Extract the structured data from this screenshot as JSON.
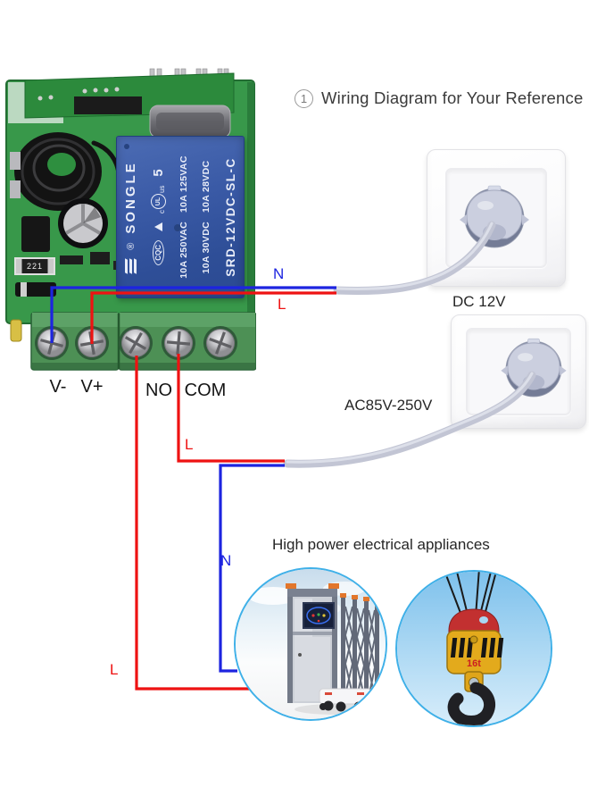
{
  "title": {
    "number": "1",
    "text": "Wiring Diagram for Your Reference"
  },
  "board": {
    "terminal_labels": [
      "V-",
      "V+",
      "NO",
      "COM"
    ],
    "resistor_marking": "221",
    "relay": {
      "registered_mark": "®",
      "brand": "SONGLE",
      "cqc_mark": "CQC",
      "ul_c": "c",
      "ul_core": "UL",
      "ul_us": "us",
      "number": "5",
      "rating_ac_high": "10A 250VAC",
      "rating_ac_low": "10A 125VAC",
      "rating_dc_high": "10A 30VDC",
      "rating_dc_low": "10A 28VDC",
      "model": "SRD-12VDC-SL-C"
    }
  },
  "supply_labels": {
    "dc": "DC 12V",
    "ac": "AC85V-250V"
  },
  "wire_labels": {
    "dc_neutral": "N",
    "dc_live": "L",
    "ac_live": "L",
    "ac_neutral": "N",
    "load_live": "L"
  },
  "appliances": {
    "heading": "High power electrical appliances",
    "hook_capacity": "16t"
  },
  "colors": {
    "wire_live": "#ee1212",
    "wire_neutral": "#1d24e0",
    "pcb_green": "#38984a",
    "relay_blue": "#34549e",
    "circle_border": "#3fb0e8",
    "cable_gray": "#c2c5d4"
  }
}
